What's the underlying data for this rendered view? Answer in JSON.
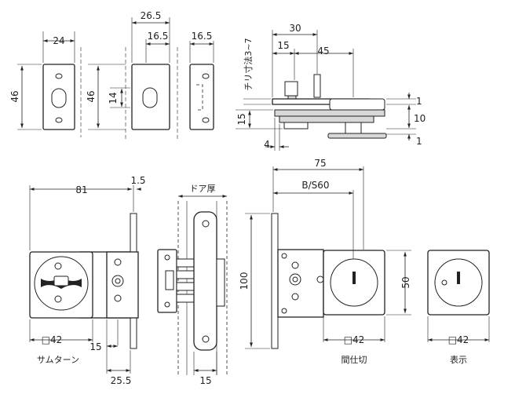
{
  "labels": {
    "d_24": "24",
    "d_46_left": "46",
    "d_46_mid": "46",
    "d_14": "14",
    "d_26_5": "26.5",
    "d_16_5_a": "16.5",
    "d_16_5_b": "16.5",
    "d_30": "30",
    "d_15_top": "15",
    "d_45": "45",
    "chiri": "チリ寸法3~7",
    "d_15_side": "15",
    "d_4": "4",
    "d_1_a": "1",
    "d_10": "10",
    "d_1_b": "1",
    "d_81": "81",
    "d_1_5": "1.5",
    "door_thickness": "ドア厚",
    "d_75": "75",
    "backset": "B/S60",
    "d_100": "100",
    "d_50": "50",
    "sq42_a": "□42",
    "d_15_bottom": "15",
    "thumbturn": "サムターン",
    "d_25_5": "25.5",
    "d_15_center": "15",
    "sq42_b": "□42",
    "emergency": "間仕切",
    "sq42_c": "□42",
    "indicator": "表示"
  },
  "colors": {
    "line": "#222222",
    "fill_gray": "#d8d8d8",
    "background": "#ffffff"
  }
}
